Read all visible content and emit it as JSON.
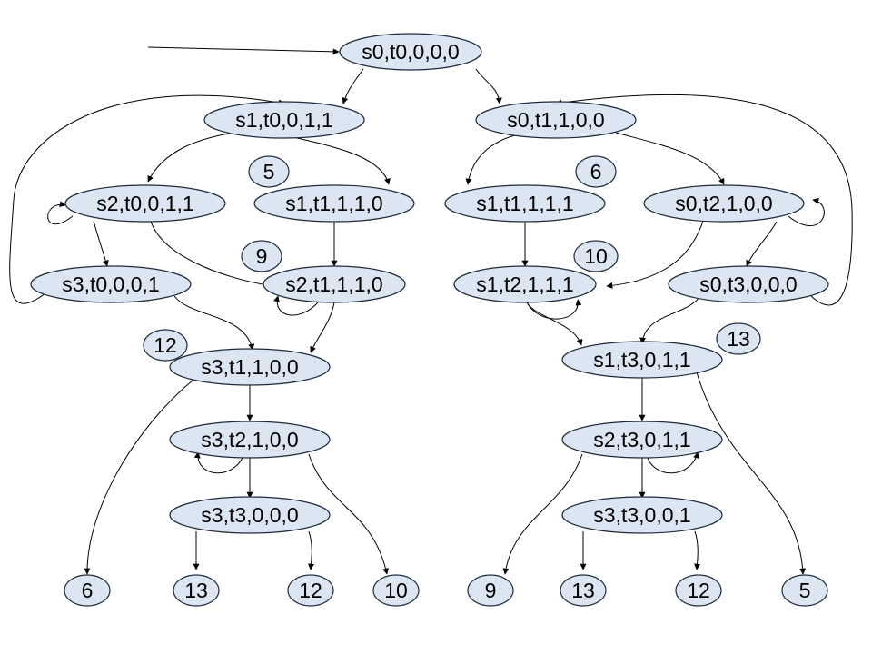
{
  "diagram": {
    "nodes": [
      {
        "id": "n0",
        "label": "s0,t0,0,0,0"
      },
      {
        "id": "n1",
        "label": "s1,t0,0,1,1"
      },
      {
        "id": "n2",
        "label": "s0,t1,1,0,0"
      },
      {
        "id": "n3",
        "label": "s2,t0,0,1,1"
      },
      {
        "id": "n4",
        "label": "s1,t1,1,1,0"
      },
      {
        "id": "n5",
        "label": "s1,t1,1,1,1"
      },
      {
        "id": "n6",
        "label": "s0,t2,1,0,0"
      },
      {
        "id": "n7",
        "label": "s3,t0,0,0,1"
      },
      {
        "id": "n8",
        "label": "s2,t1,1,1,0"
      },
      {
        "id": "n9",
        "label": "s1,t2,1,1,1"
      },
      {
        "id": "n10",
        "label": "s0,t3,0,0,0"
      },
      {
        "id": "n11",
        "label": "s3,t1,1,0,0"
      },
      {
        "id": "n12",
        "label": "s1,t3,0,1,1"
      },
      {
        "id": "n13",
        "label": "s3,t2,1,0,0"
      },
      {
        "id": "n14",
        "label": "s2,t3,0,1,1"
      },
      {
        "id": "n15",
        "label": "s3,t3,0,0,0"
      },
      {
        "id": "n16",
        "label": "s3,t3,0,0,1"
      }
    ],
    "badges": [
      {
        "id": "b5",
        "label": "5"
      },
      {
        "id": "b6",
        "label": "6"
      },
      {
        "id": "b9",
        "label": "9"
      },
      {
        "id": "b10",
        "label": "10"
      },
      {
        "id": "b12",
        "label": "12"
      },
      {
        "id": "b13",
        "label": "13"
      },
      {
        "id": "l6",
        "label": "6"
      },
      {
        "id": "l13a",
        "label": "13"
      },
      {
        "id": "l12a",
        "label": "12"
      },
      {
        "id": "l10",
        "label": "10"
      },
      {
        "id": "l9",
        "label": "9"
      },
      {
        "id": "l13b",
        "label": "13"
      },
      {
        "id": "l12b",
        "label": "12"
      },
      {
        "id": "l5",
        "label": "5"
      }
    ],
    "edges": [
      {
        "from": "start",
        "to": "n0"
      },
      {
        "from": "n0",
        "to": "n1"
      },
      {
        "from": "n0",
        "to": "n2"
      },
      {
        "from": "n1",
        "to": "n3"
      },
      {
        "from": "n1",
        "to": "n4"
      },
      {
        "from": "n2",
        "to": "n5"
      },
      {
        "from": "n2",
        "to": "n6"
      },
      {
        "from": "n3",
        "to": "n3"
      },
      {
        "from": "n3",
        "to": "n7"
      },
      {
        "from": "n3",
        "to": "n8"
      },
      {
        "from": "n4",
        "to": "n8"
      },
      {
        "from": "n5",
        "to": "n9"
      },
      {
        "from": "n6",
        "to": "n6"
      },
      {
        "from": "n6",
        "to": "n9"
      },
      {
        "from": "n6",
        "to": "n10"
      },
      {
        "from": "n7",
        "to": "n1"
      },
      {
        "from": "n7",
        "to": "n11"
      },
      {
        "from": "n8",
        "to": "n8"
      },
      {
        "from": "n8",
        "to": "n11"
      },
      {
        "from": "n9",
        "to": "n9"
      },
      {
        "from": "n9",
        "to": "n12"
      },
      {
        "from": "n10",
        "to": "n2"
      },
      {
        "from": "n10",
        "to": "n12"
      },
      {
        "from": "n11",
        "to": "n13"
      },
      {
        "from": "n11",
        "to": "l6"
      },
      {
        "from": "n12",
        "to": "n14"
      },
      {
        "from": "n12",
        "to": "l5"
      },
      {
        "from": "n13",
        "to": "n13"
      },
      {
        "from": "n13",
        "to": "n15"
      },
      {
        "from": "n13",
        "to": "l10"
      },
      {
        "from": "n14",
        "to": "n14"
      },
      {
        "from": "n14",
        "to": "n16"
      },
      {
        "from": "n14",
        "to": "l9"
      },
      {
        "from": "n15",
        "to": "l13a"
      },
      {
        "from": "n15",
        "to": "l12a"
      },
      {
        "from": "n16",
        "to": "l13b"
      },
      {
        "from": "n16",
        "to": "l12b"
      }
    ]
  }
}
